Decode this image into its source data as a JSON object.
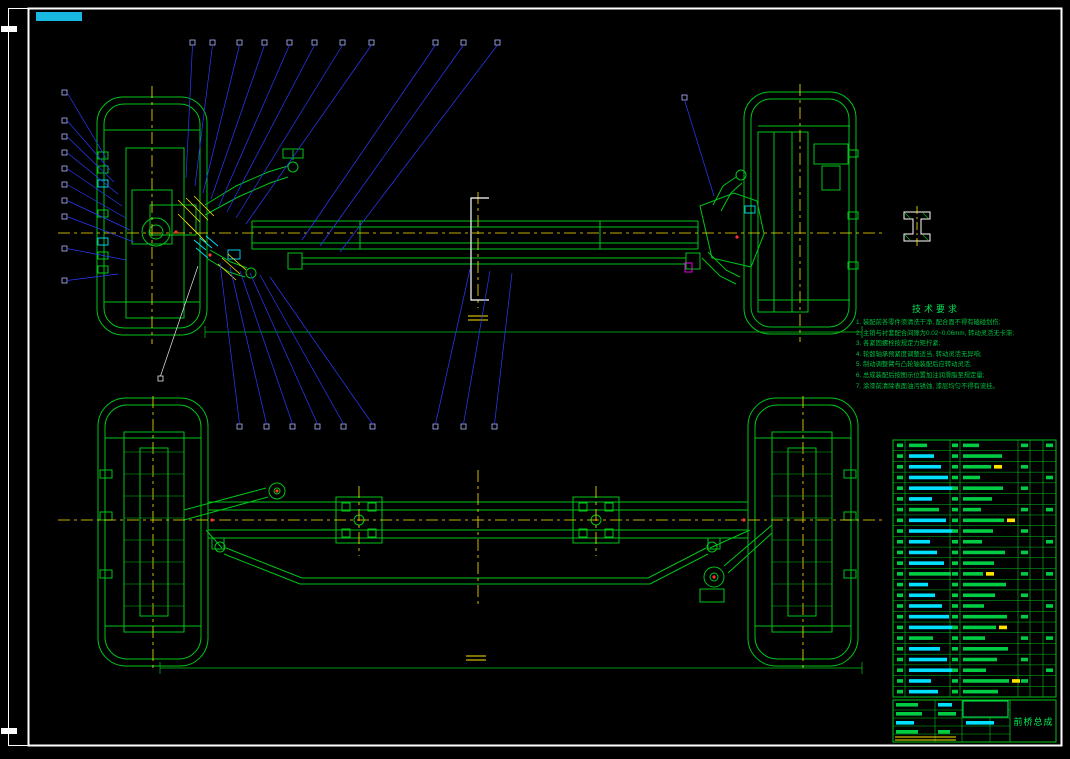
{
  "colors": {
    "background": "#000000",
    "frame_white": "#ffffff",
    "line_green": "#00c41a",
    "leader_blue": "#2a3bff",
    "balloon_outline": "#aeb8ff",
    "accent_cyan": "#00e0ff",
    "accent_yellow": "#ffe400",
    "accent_red": "#ff3333",
    "accent_magenta": "#ff00ff",
    "revision_block_cyan": "#19b8e0"
  },
  "tech_requirements": {
    "title": "技术要求",
    "items": [
      "1. 装配前各零件须清洗干净, 配合面不得有磕碰划伤;",
      "2. 主销与衬套配合间隙为0.02~0.06mm, 转动灵活无卡滞;",
      "3. 各紧固螺栓按规定力矩拧紧;",
      "4. 轮毂轴承预紧度调整适当, 转动灵活无异响;",
      "5. 制动调整臂与凸轮轴装配后应转动灵活;",
      "6. 总成装配后按图示位置加注润滑脂至规定量;",
      "7. 涂漆前清除表面油污锈蚀, 漆层均匀不得有流挂。"
    ]
  },
  "title_block": {
    "drawing_title": "前桥总成"
  },
  "bom": {
    "row_count": 24
  }
}
